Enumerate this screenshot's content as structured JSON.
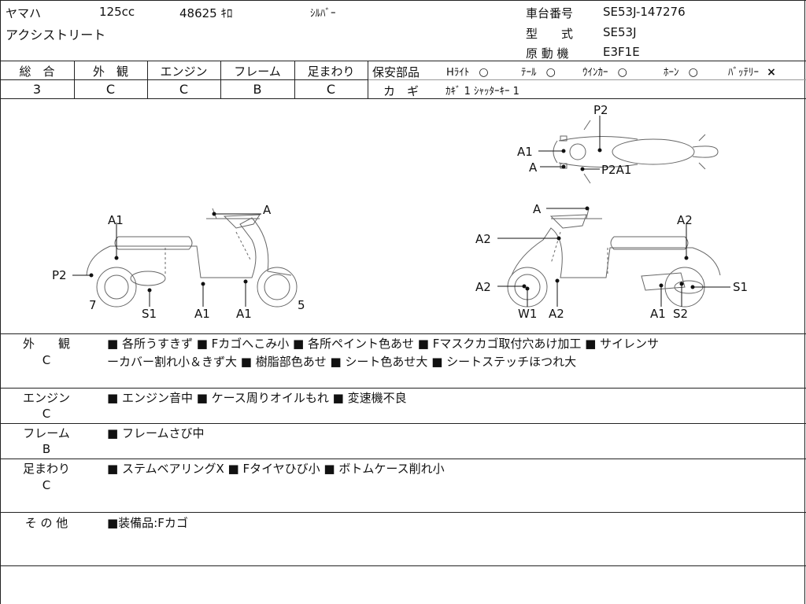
{
  "header": {
    "maker": "ヤマハ",
    "displacement": "125cc",
    "mileage": "48625 ｷﾛ",
    "color": "ｼﾙﾊﾞｰ",
    "model_name": "アクシストリート",
    "frame_no_label": "車台番号",
    "frame_no": "SE53J-147276",
    "type_label": "型　　式",
    "type_value": "SE53J",
    "engine_label": "原 動 機",
    "engine_value": "E3F1E"
  },
  "grades": {
    "total_label": "総　合",
    "total": "3",
    "exterior_label": "外　観",
    "exterior": "C",
    "engine_label": "エンジン",
    "engine": "C",
    "frame_label": "フレーム",
    "frame": "B",
    "suspension_label": "足まわり",
    "suspension": "C"
  },
  "safety": {
    "label": "保安部品",
    "items": [
      {
        "name": "Hﾗｲﾄ",
        "mark": "○"
      },
      {
        "name": "ﾃｰﾙ",
        "mark": "○"
      },
      {
        "name": "ｳｲﾝｶｰ",
        "mark": "○"
      },
      {
        "name": "ﾎｰﾝ",
        "mark": "○"
      },
      {
        "name": "ﾊﾞｯﾃﾘｰ",
        "mark": "×"
      }
    ],
    "key_label": "カ　ギ",
    "key_value": "ｶｷﾞ 1  ｼｬｯﾀｰｷｰ 1"
  },
  "diagram_labels": {
    "top_p2": "P2",
    "top_a1": "A1",
    "top_a": "A",
    "top_p2a1": "P2A1",
    "left_a1": "A1",
    "left_a": "A",
    "left_p2": "P2",
    "left_7": "7",
    "left_s1": "S1",
    "left_a1b": "A1",
    "left_a1c": "A1",
    "left_5": "5",
    "right_a": "A",
    "right_a2a": "A2",
    "right_a2b": "A2",
    "right_a2c": "A2",
    "right_s1": "S1",
    "right_w1": "W1",
    "right_a2d": "A2",
    "right_a1": "A1",
    "right_s2": "S2"
  },
  "sections": [
    {
      "head": "外　　観",
      "grade": "C",
      "lines": [
        "■ 各所うすきず ■ Fカゴへこみ小 ■ 各所ペイント色あせ ■ Fマスクカゴ取付穴あけ加工 ■ サイレンサ",
        "ーカバー割れ小＆きず大 ■ 樹脂部色あせ ■ シート色あせ大 ■ シートステッチほつれ大"
      ]
    },
    {
      "head": "エンジン",
      "grade": "C",
      "lines": [
        "■ エンジン音中 ■ ケース周りオイルもれ ■ 変速機不良"
      ]
    },
    {
      "head": "フレーム",
      "grade": "B",
      "lines": [
        "■ フレームさび中"
      ]
    },
    {
      "head": "足まわり",
      "grade": "C",
      "lines": [
        "■ ステムベアリングX ■ Fタイヤひび小 ■ ボトムケース削れ小"
      ]
    },
    {
      "head": "そ の 他",
      "grade": "",
      "lines": [
        "■装備品:Fカゴ"
      ]
    }
  ]
}
